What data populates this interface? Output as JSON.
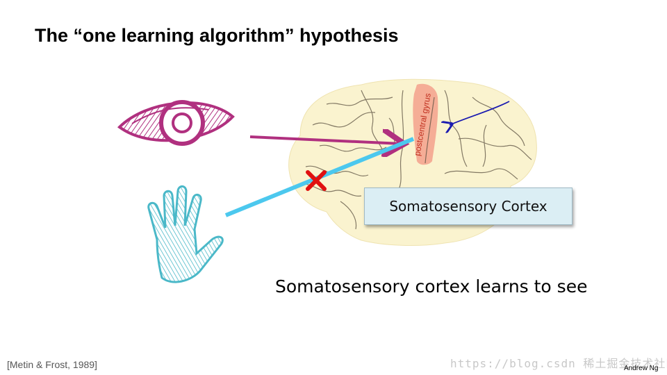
{
  "slide": {
    "title": "The “one learning algorithm” hypothesis",
    "brain_label": "postcentral gyrus",
    "callout": "Somatosensory Cortex",
    "caption": "Somatosensory cortex learns to see",
    "citation": "[Metin & Frost, 1989]",
    "watermark": "https://blog.csdn 稀土掘金技术社区",
    "author": "Andrew Ng"
  },
  "colors": {
    "eye": "#b0307f",
    "hand": "#4ab8c8",
    "cyan_arrow": "#4cc8ee",
    "magenta_arrow": "#b0307f",
    "blue_arrow": "#1a1ab0",
    "red_x": "#e01010",
    "brain": "#faf3cf",
    "gyrus": "#f3a08c"
  },
  "icons": [
    "eye-icon",
    "hand-icon",
    "brain-illustration",
    "red-x-mark"
  ]
}
